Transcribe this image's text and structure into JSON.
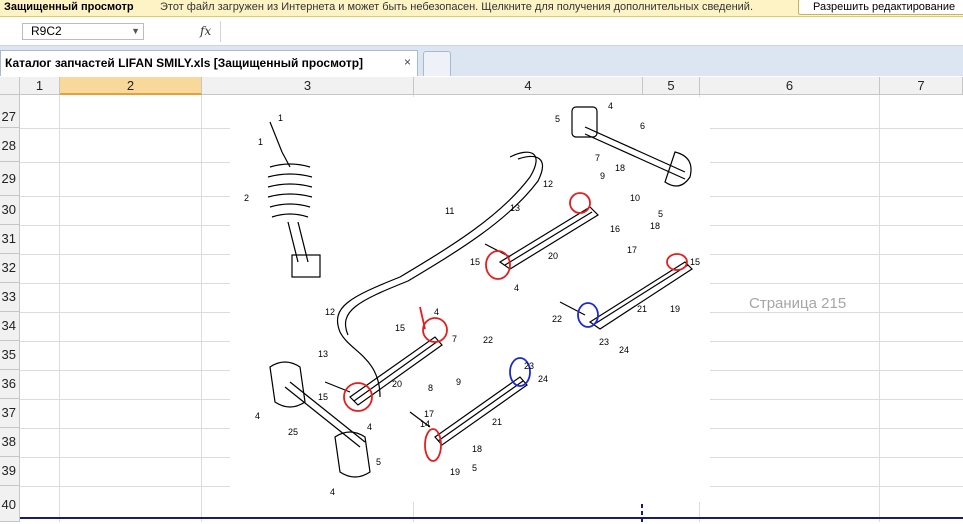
{
  "message_bar": {
    "title": "Защищенный просмотр",
    "text": "Этот файл загружен из Интернета и может быть небезопасен. Щелкните для получения дополнительных сведений.",
    "enable_editing": "Разрешить редактирование"
  },
  "formula_bar": {
    "name_box": "R9C2",
    "fx": "fx",
    "value": ""
  },
  "workbook_tab": {
    "title": "Каталог запчастей LIFAN SMILY.xls  [Защищенный просмотр]",
    "close": "×"
  },
  "columns": [
    "1",
    "2",
    "3",
    "4",
    "5",
    "6",
    "7"
  ],
  "rows": [
    "27",
    "28",
    "29",
    "30",
    "31",
    "32",
    "33",
    "34",
    "35",
    "36",
    "37",
    "38",
    "39",
    "40"
  ],
  "page_label": "Страница 215",
  "callouts": {
    "n1": "1",
    "n2": "2",
    "n4": "4",
    "n5": "5",
    "n6": "6",
    "n7": "7",
    "n8": "8",
    "n9": "9",
    "n10": "10",
    "n11": "11",
    "n12": "12",
    "n13": "13",
    "n14": "14",
    "n15": "15",
    "n16": "16",
    "n17": "17",
    "n18": "18",
    "n19": "19",
    "n20": "20",
    "n21": "21",
    "n22": "22",
    "n23": "23",
    "n24": "24",
    "n25": "25"
  },
  "annotation_colors": {
    "red": "#e02020",
    "blue": "#1b2bd0"
  }
}
